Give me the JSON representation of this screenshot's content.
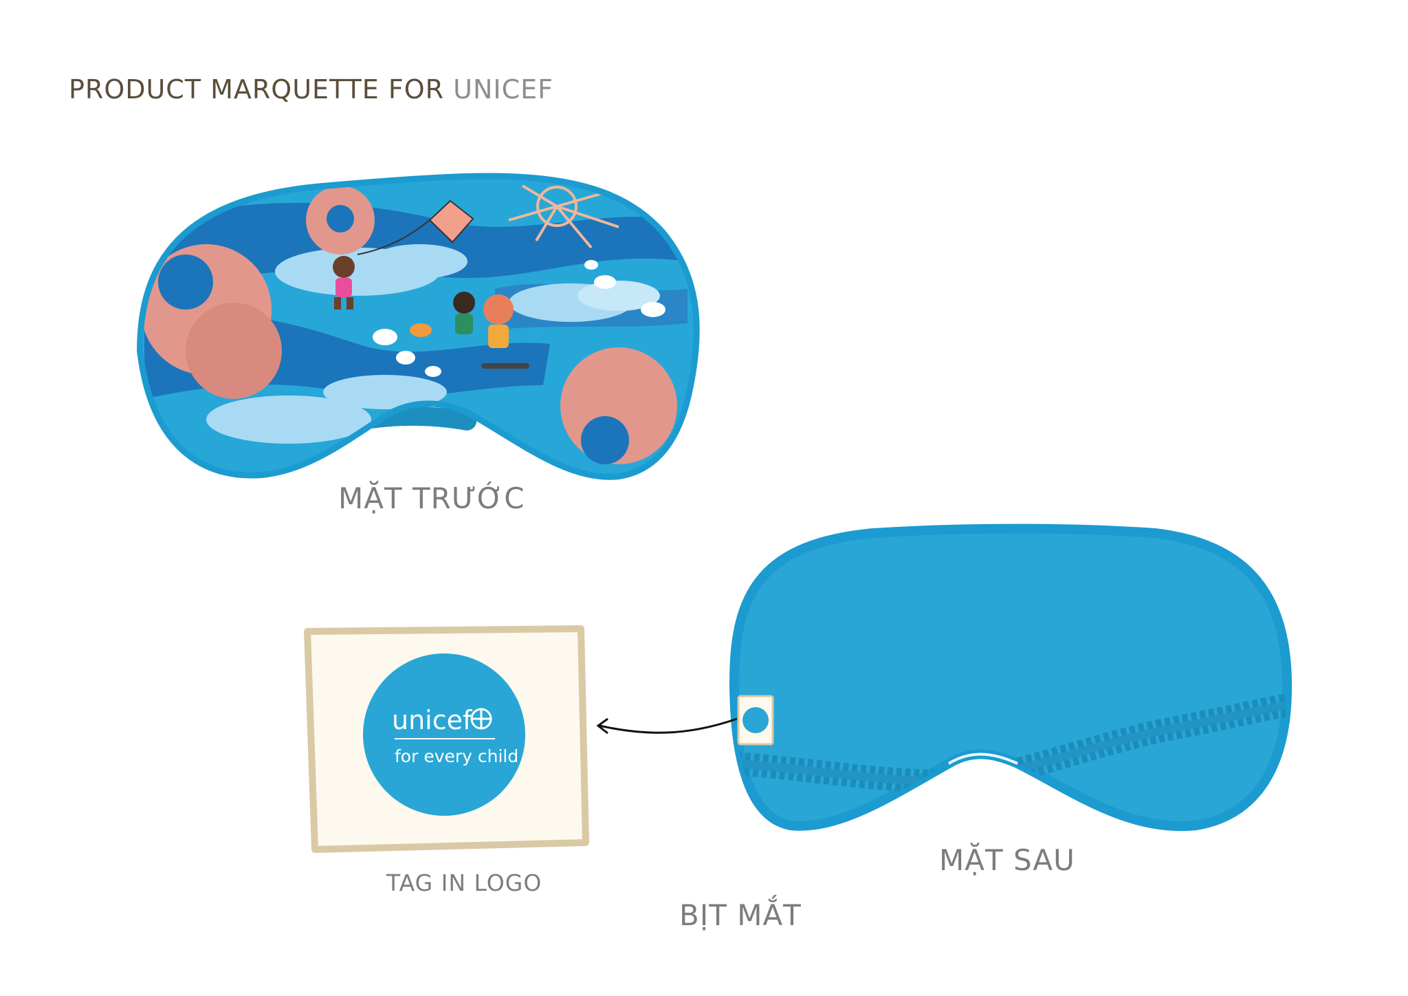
{
  "header": {
    "title_part1": "PRODUCT MARQUETTE FOR",
    "title_part2": "UNICEF"
  },
  "captions": {
    "front": "MẶT TRƯỚC",
    "back": "MẶT SAU",
    "tag": "TAG IN LOGO",
    "product": "BỊT MẮT"
  },
  "logo": {
    "wordmark": "unicef",
    "tagline": "for every child"
  },
  "colors": {
    "mask_blue": "#27a7d8",
    "mask_dark_blue": "#1c74bb",
    "mask_light_blue": "#a9daf3",
    "coral": "#e2978c",
    "tag_border": "#d9c9a5",
    "tag_fill": "#fdf9ee",
    "title_brown": "#5a4d3a",
    "caption_gray": "#7c7c7c"
  }
}
